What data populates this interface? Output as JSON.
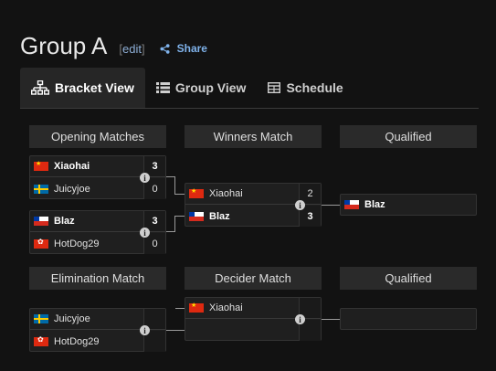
{
  "header": {
    "title": "Group A",
    "edit_label": "edit",
    "share_label": "Share"
  },
  "tabs": [
    {
      "label": "Bracket View",
      "icon": "sitemap-icon",
      "active": true
    },
    {
      "label": "Group View",
      "icon": "list-icon",
      "active": false
    },
    {
      "label": "Schedule",
      "icon": "table-icon",
      "active": false
    }
  ],
  "columns": {
    "opening": "Opening Matches",
    "winners": "Winners Match",
    "qualified_top": "Qualified",
    "elimination": "Elimination Match",
    "decider": "Decider Match",
    "qualified_bottom": "Qualified"
  },
  "matches": {
    "opening1": {
      "top": {
        "name": "Xiaohai",
        "flag": "china",
        "score": "3",
        "winner": true
      },
      "bottom": {
        "name": "Juicyjoe",
        "flag": "sweden",
        "score": "0",
        "winner": false
      }
    },
    "opening2": {
      "top": {
        "name": "Blaz",
        "flag": "chile",
        "score": "3",
        "winner": true
      },
      "bottom": {
        "name": "HotDog29",
        "flag": "hong-kong",
        "score": "0",
        "winner": false
      }
    },
    "winners": {
      "top": {
        "name": "Xiaohai",
        "flag": "china",
        "score": "2",
        "winner": false
      },
      "bottom": {
        "name": "Blaz",
        "flag": "chile",
        "score": "3",
        "winner": true
      }
    },
    "elimination": {
      "top": {
        "name": "Juicyjoe",
        "flag": "sweden",
        "score": "",
        "winner": false
      },
      "bottom": {
        "name": "HotDog29",
        "flag": "hong-kong",
        "score": "",
        "winner": false
      }
    },
    "decider": {
      "top": {
        "name": "Xiaohai",
        "flag": "china",
        "score": "",
        "winner": false
      },
      "bottom": {
        "name": "",
        "flag": "",
        "score": "",
        "winner": false
      }
    }
  },
  "qualified": {
    "top": {
      "name": "Blaz",
      "flag": "chile"
    },
    "bottom": {
      "name": "",
      "flag": ""
    }
  },
  "colors": {
    "background": "#121212",
    "link": "#8fb0d8",
    "share": "#7fb2ea",
    "column_header_bg": "#2a2a2a",
    "match_bg": "#1f1f1f"
  }
}
